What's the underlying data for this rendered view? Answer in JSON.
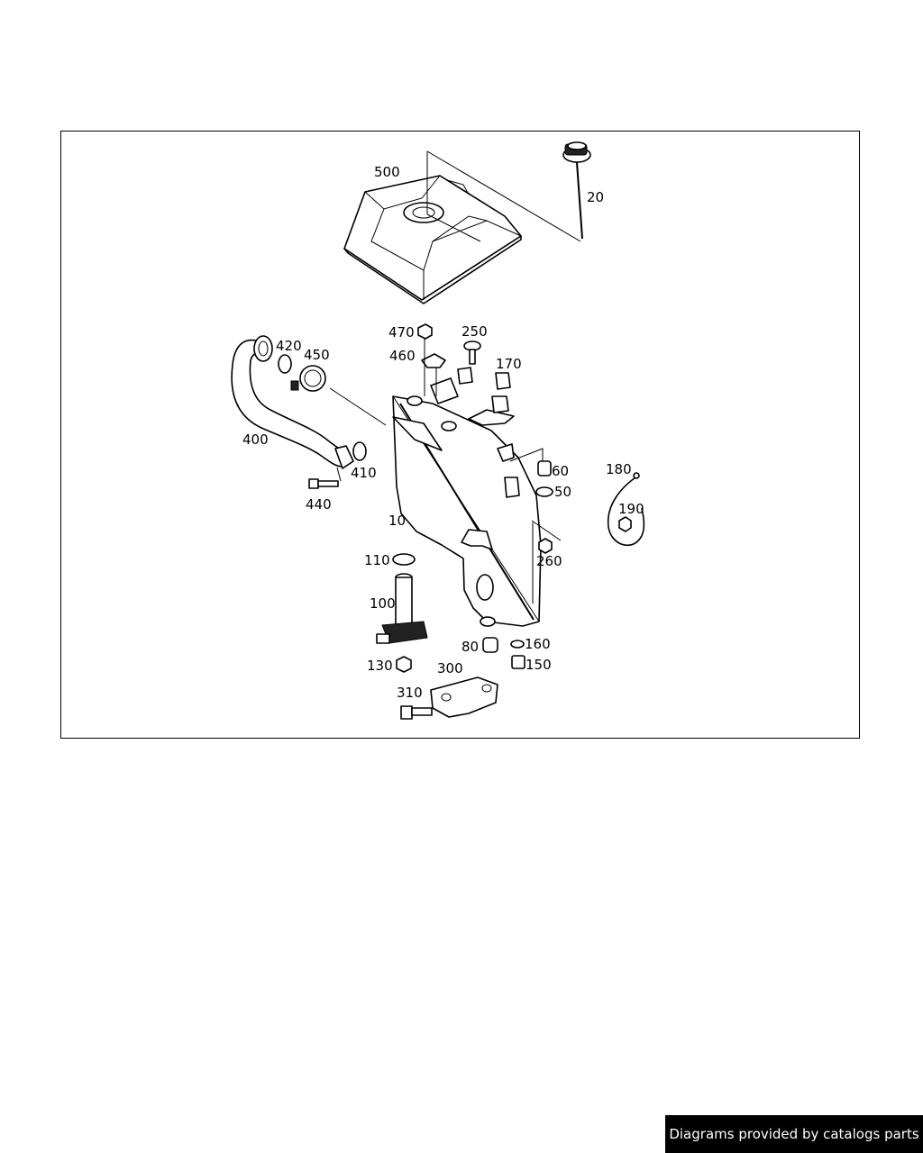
{
  "footer": {
    "credit": "Diagrams provided by catalogs parts"
  },
  "callouts": {
    "p500": "500",
    "p20": "20",
    "p470": "470",
    "p250": "250",
    "p460": "460",
    "p170": "170",
    "p420": "420",
    "p450": "450",
    "p400": "400",
    "p410": "410",
    "p440": "440",
    "p10": "10",
    "p60": "60",
    "p50": "50",
    "p180": "180",
    "p190": "190",
    "p260": "260",
    "p110": "110",
    "p100": "100",
    "p80": "80",
    "p160": "160",
    "p150": "150",
    "p130": "130",
    "p300": "300",
    "p310": "310"
  }
}
